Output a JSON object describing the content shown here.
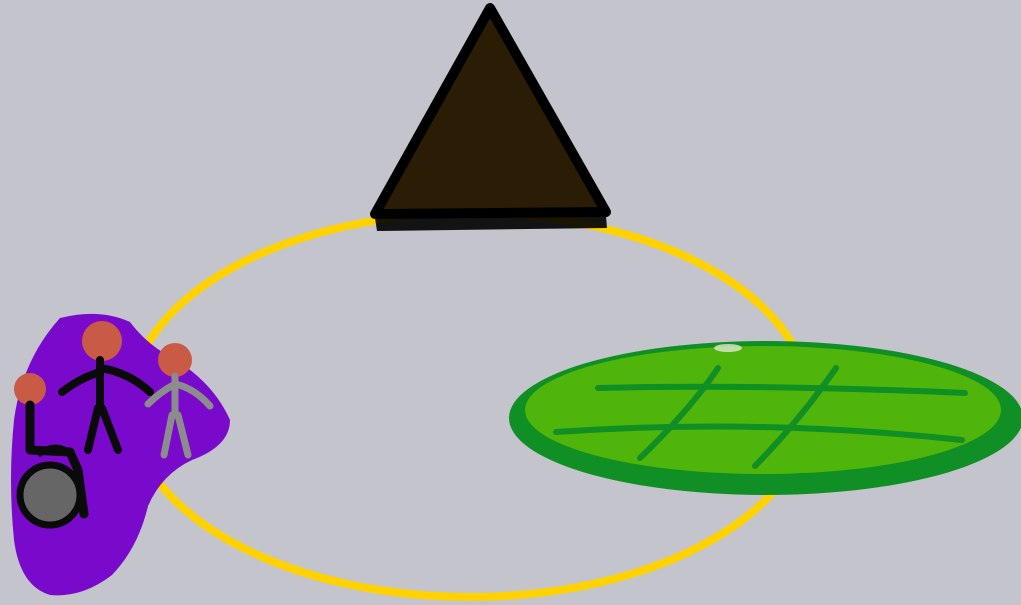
{
  "scene": {
    "icons": {
      "ring": "yellow-ellipse-ring",
      "mountain": "dark-brown-triangle",
      "field": "green-grid-oval-field",
      "group": "people-group-on-purple-blob"
    },
    "colors": {
      "background": "#c4c4cc",
      "ring": "#ffd200",
      "triangle_fill": "#2b1d05",
      "triangle_stroke": "#000000",
      "field_outer": "#0f8f24",
      "field_inner": "#4fb50a",
      "field_lines": "#0f8f24",
      "blob": "#7a0acb",
      "head": "#c95a45",
      "person_dark": "#0a0a0a",
      "person_gray": "#8c8c8c",
      "wheel": "#666666"
    }
  }
}
